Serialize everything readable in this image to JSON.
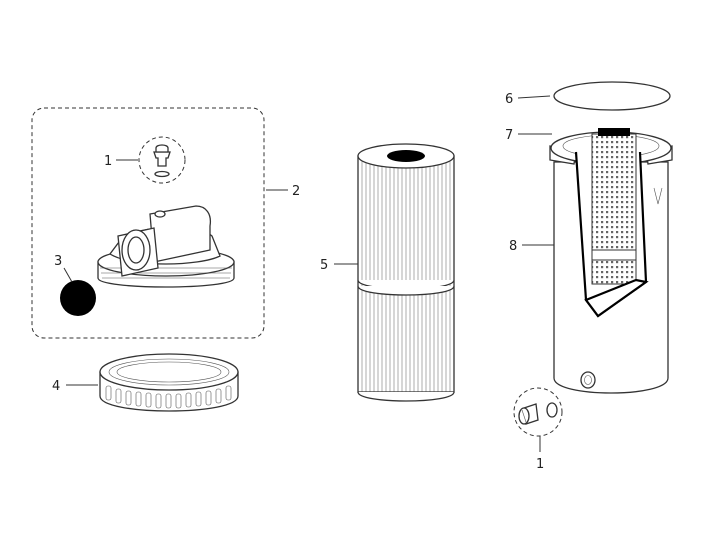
{
  "callouts": {
    "c1a": "1",
    "c1b": "1",
    "c2": "2",
    "c3": "3",
    "c4": "4",
    "c5": "5",
    "c6": "6",
    "c7": "7",
    "c8": "8"
  },
  "colors": {
    "line": "#333333",
    "fill": "#ffffff",
    "dot": "#000000"
  }
}
